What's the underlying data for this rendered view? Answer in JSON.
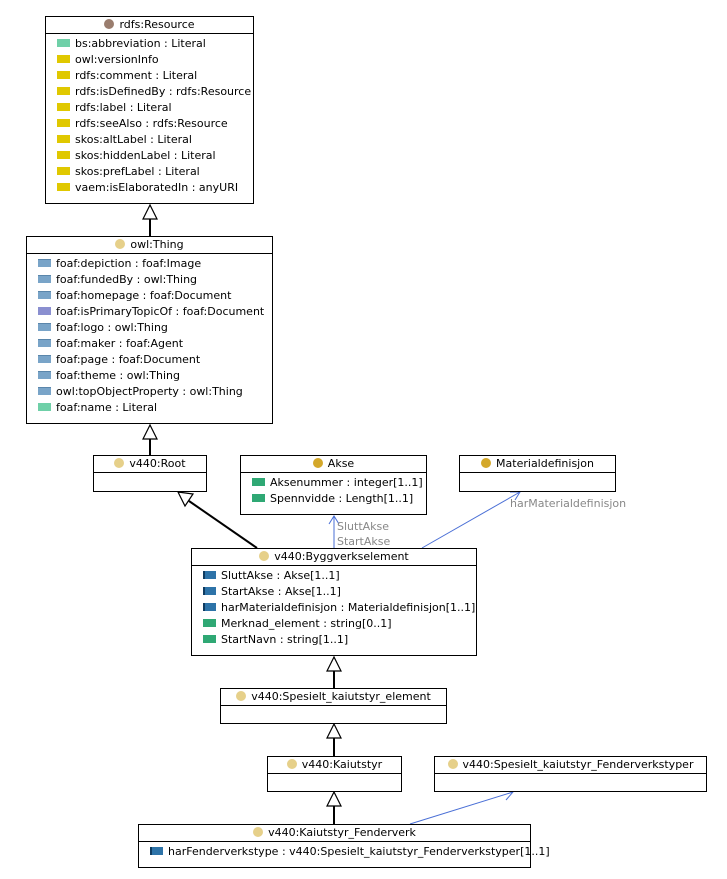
{
  "classes": {
    "resource": {
      "title": "rdfs:Resource",
      "dot_color": "#9a7d6e",
      "attrs": [
        {
          "label": "bs:abbreviation : Literal",
          "kind": "mint"
        },
        {
          "label": "owl:versionInfo",
          "kind": "yellow"
        },
        {
          "label": "rdfs:comment : Literal",
          "kind": "yellow"
        },
        {
          "label": "rdfs:isDefinedBy : rdfs:Resource",
          "kind": "yellow"
        },
        {
          "label": "rdfs:label : Literal",
          "kind": "yellow"
        },
        {
          "label": "rdfs:seeAlso : rdfs:Resource",
          "kind": "yellow"
        },
        {
          "label": "skos:altLabel : Literal",
          "kind": "yellow"
        },
        {
          "label": "skos:hiddenLabel : Literal",
          "kind": "yellow"
        },
        {
          "label": "skos:prefLabel : Literal",
          "kind": "yellow"
        },
        {
          "label": "vaem:isElaboratedIn : anyURI",
          "kind": "yellow"
        }
      ]
    },
    "thing": {
      "title": "owl:Thing",
      "dot_color": "#e6d08a",
      "attrs": [
        {
          "label": "foaf:depiction : foaf:Image",
          "kind": "steel"
        },
        {
          "label": "foaf:fundedBy : owl:Thing",
          "kind": "steel"
        },
        {
          "label": "foaf:homepage : foaf:Document",
          "kind": "steel"
        },
        {
          "label": "foaf:isPrimaryTopicOf : foaf:Document",
          "kind": "purple"
        },
        {
          "label": "foaf:logo : owl:Thing",
          "kind": "steel"
        },
        {
          "label": "foaf:maker : foaf:Agent",
          "kind": "steel"
        },
        {
          "label": "foaf:page : foaf:Document",
          "kind": "steel"
        },
        {
          "label": "foaf:theme : owl:Thing",
          "kind": "steel"
        },
        {
          "label": "owl:topObjectProperty : owl:Thing",
          "kind": "steel"
        },
        {
          "label": "foaf:name : Literal",
          "kind": "mint"
        }
      ]
    },
    "root": {
      "title": "v440:Root",
      "dot_color": "#e6d08a",
      "attrs": []
    },
    "akse": {
      "title": "Akse",
      "dot_color": "#d4a82a",
      "attrs": [
        {
          "label": "Aksenummer : integer[1..1]",
          "kind": "green"
        },
        {
          "label": "Spennvidde : Length[1..1]",
          "kind": "green"
        }
      ]
    },
    "materialdef": {
      "title": "Materialdefinisjon",
      "dot_color": "#d4a82a",
      "attrs": []
    },
    "byggverk": {
      "title": "v440:Byggverkselement",
      "dot_color": "#e6d08a",
      "attrs": [
        {
          "label": "SluttAkse : Akse[1..1]",
          "kind": "navy"
        },
        {
          "label": "StartAkse : Akse[1..1]",
          "kind": "navy"
        },
        {
          "label": "harMaterialdefinisjon : Materialdefinisjon[1..1]",
          "kind": "navy"
        },
        {
          "label": "Merknad_element : string[0..1]",
          "kind": "green"
        },
        {
          "label": "StartNavn : string[1..1]",
          "kind": "green"
        }
      ]
    },
    "spesielt": {
      "title": "v440:Spesielt_kaiutstyr_element",
      "dot_color": "#e6d08a",
      "attrs": []
    },
    "kaiutstyr": {
      "title": "v440:Kaiutstyr",
      "dot_color": "#e6d08a",
      "attrs": []
    },
    "fendertyper": {
      "title": "v440:Spesielt_kaiutstyr_Fenderverkstyper",
      "dot_color": "#e6d08a",
      "attrs": []
    },
    "fenderverk": {
      "title": "v440:Kaiutstyr_Fenderverk",
      "dot_color": "#e6d08a",
      "attrs": [
        {
          "label": "harFenderverkstype : v440:Spesielt_kaiutstyr_Fenderverkstyper[1..1]",
          "kind": "navy"
        }
      ]
    }
  },
  "edge_labels": {
    "slutt_akse": "SluttAkse",
    "start_akse": "StartAkse",
    "har_materialdefinisjon": "harMaterialdefinisjon"
  },
  "colors": {
    "association_edge": "#4a6fd6",
    "edge_label": "#888888"
  }
}
